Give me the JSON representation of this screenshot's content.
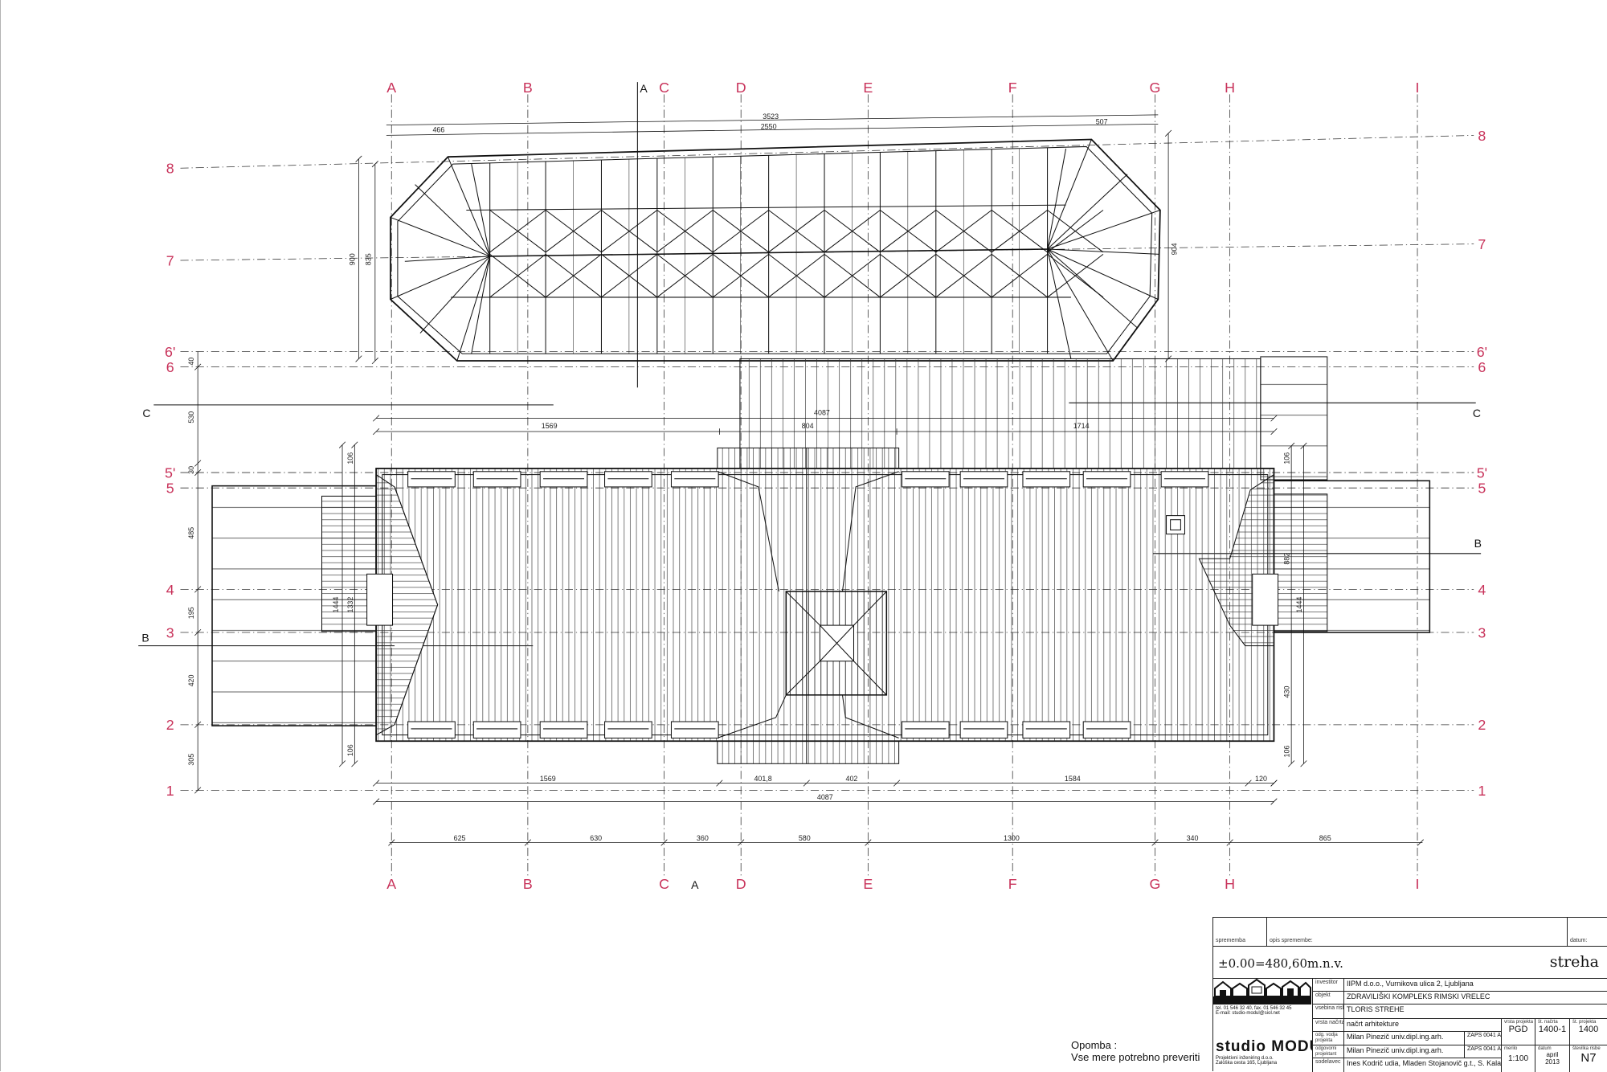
{
  "grid": {
    "columns": [
      "A",
      "B",
      "C",
      "D",
      "E",
      "F",
      "G",
      "H",
      "I"
    ],
    "rows": [
      "8",
      "7",
      "6'",
      "6",
      "5'",
      "5",
      "4",
      "3",
      "2",
      "1"
    ],
    "sections": [
      "A",
      "A",
      "B",
      "B",
      "C",
      "C"
    ]
  },
  "dimensions": {
    "top": [
      "3523",
      "2550",
      "466",
      "507"
    ],
    "upper_roof": [
      "900",
      "835",
      "904"
    ],
    "middle": [
      "4087",
      "1569",
      "804",
      "1714"
    ],
    "left_side": [
      "40",
      "530",
      "30",
      "485",
      "195",
      "420",
      "305",
      "106",
      "1444",
      "1332",
      "106"
    ],
    "right_side": [
      "106",
      "882",
      "1444",
      "430",
      "106"
    ],
    "bottom_chain": [
      "1569",
      "401,8",
      "402",
      "1584",
      "120"
    ],
    "bottom_total": "4087",
    "axis_chain": [
      "625",
      "630",
      "360",
      "580",
      "1300",
      "340",
      "865"
    ]
  },
  "title_block": {
    "change_label": "sprememba",
    "change_desc_label": "opis spremembe:",
    "date_label": "datum:",
    "elevation": "±0.00=480,60m.n.v.",
    "drawing_name": "streha",
    "company_contact": [
      "tel. 01 546 32 40, fax. 01 546 32 45",
      "E-mail: studio-modul@siol.net"
    ],
    "company_name": "studio MODUL",
    "company_sub": [
      "Projektivni inženiring d.o.o.",
      "Zaloška cesta 165, Ljubljana"
    ],
    "rows": [
      {
        "label": "investitor",
        "value": "IIPM d.o.o., Vurnikova ulica 2, Ljubljana"
      },
      {
        "label": "objekt",
        "value": "ZDRAVILIŠKI KOMPLEKS RIMSKI VRELEC"
      },
      {
        "label": "vsebina risbe",
        "value": "TLORIS STREHE"
      },
      {
        "label": "vrsta načrta",
        "value": "načrt arhitekture"
      },
      {
        "label": "odg. vodja projekta",
        "value": "Milan Pinezič univ.dipl.ing.arh.",
        "code": "ZAPS 0041 A"
      },
      {
        "label": "odgovorni projektant",
        "value": "Milan Pinezič univ.dipl.ing.arh.",
        "code": "ZAPS 0041 A"
      },
      {
        "label": "sodelavec",
        "value": "Ines Kodrič udia, Mladen Stojanovič g.t., S. Kalac"
      }
    ],
    "project_type_label": "vrsta projekta",
    "project_type": "PGD",
    "plan_no_label": "št. načrta",
    "plan_no": "1400-1",
    "project_no_label": "št. projekta",
    "project_no": "1400",
    "scale_label": "merilo",
    "scale": "1:100",
    "date_value_label": "datum",
    "date": [
      "april",
      "2013"
    ],
    "sheet_label": "številka risbe",
    "sheet": "N7"
  },
  "note": {
    "title": "Opomba :",
    "text": "Vse mere potrebno preveriti"
  }
}
